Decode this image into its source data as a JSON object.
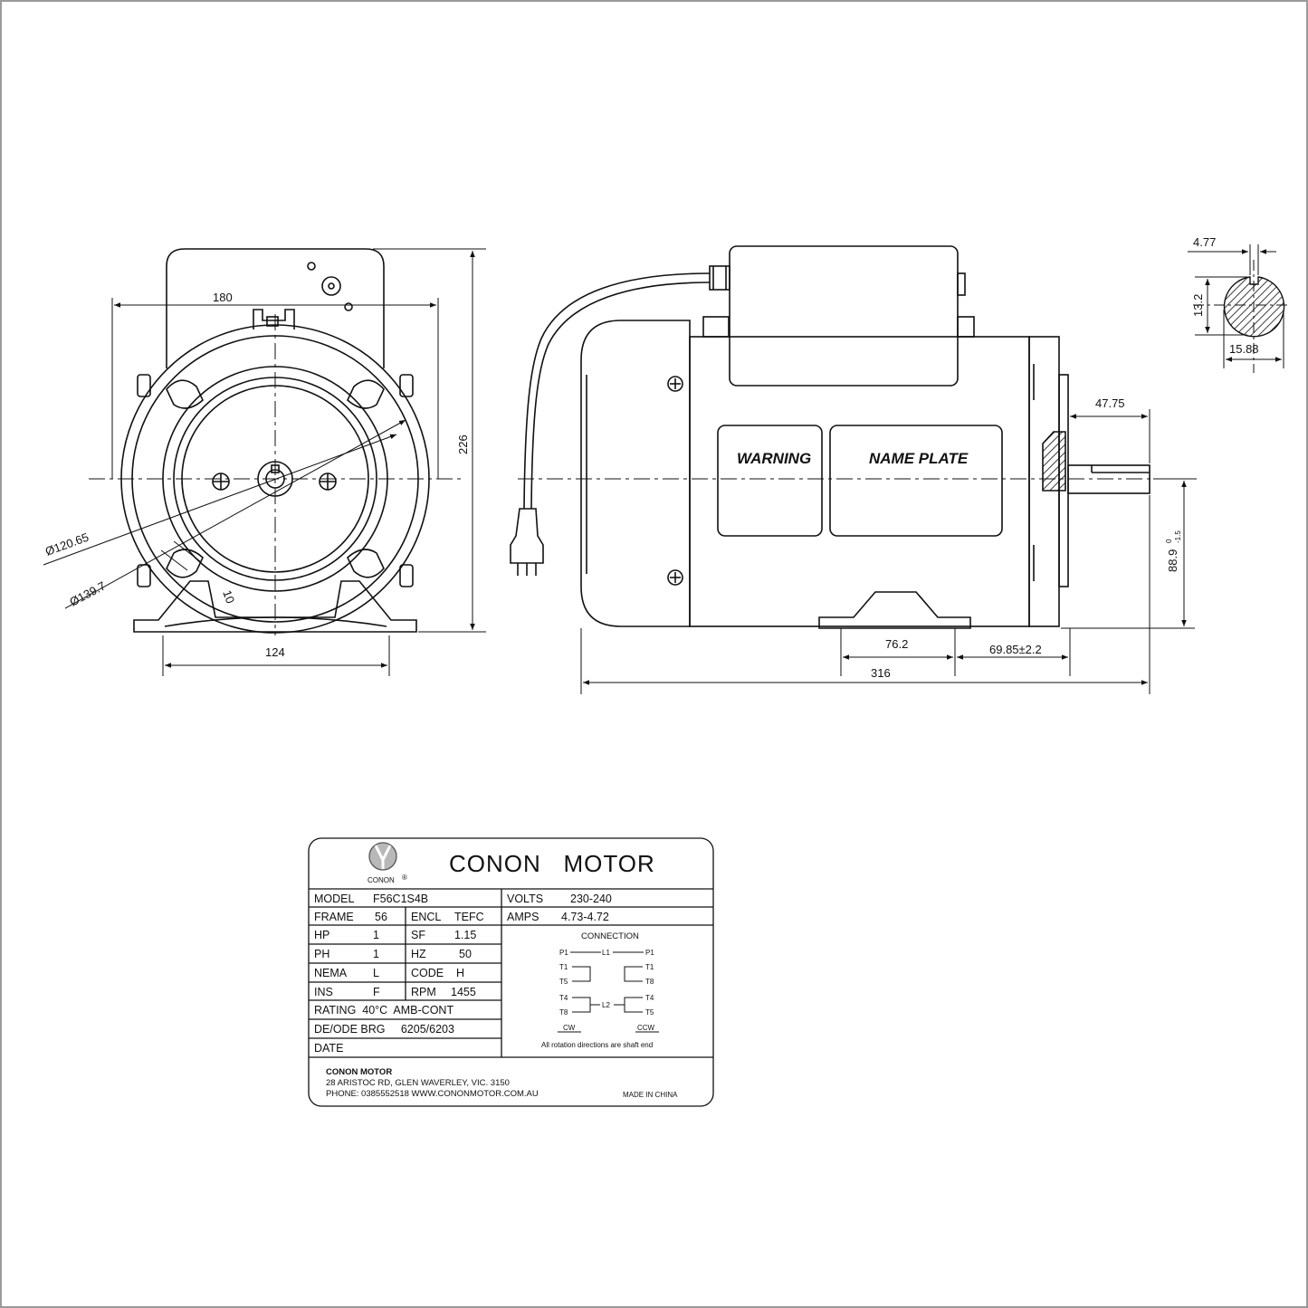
{
  "front_view": {
    "dim_width": "180",
    "dim_height": "226",
    "dim_dia_inner": "Ø120.65",
    "dim_dia_outer": "Ø139.7",
    "dim_slot": "10",
    "dim_base": "124"
  },
  "side_view": {
    "warning_label": "WARNING",
    "nameplate_label": "NAME PLATE",
    "dim_shaft_len": "47.75",
    "dim_shaft_height": "88.9",
    "dim_shaft_height_tol_upper": "0",
    "dim_shaft_height_tol_lower": "-1.5",
    "dim_foot_spacing": "76.2",
    "dim_foot_to_shaft": "69.85±2.2",
    "dim_overall": "316"
  },
  "shaft_section": {
    "dim_key_width": "4.77",
    "dim_flat": "13.2",
    "dim_shaft_dia": "15.88"
  },
  "nameplate": {
    "brand_title": "CONON   MOTOR",
    "logo_text": "CONON",
    "registered_mark": "®",
    "rows": [
      {
        "l1": "MODEL",
        "v1": "F56C1S4B"
      },
      {
        "l1": "FRAME",
        "v1": "56",
        "l2": "ENCL",
        "v2": "TEFC"
      },
      {
        "l1": "HP",
        "v1": "1",
        "l2": "SF",
        "v2": "1.15"
      },
      {
        "l1": "PH",
        "v1": "1",
        "l2": "HZ",
        "v2": "50"
      },
      {
        "l1": "NEMA",
        "v1": "L",
        "l2": "CODE",
        "v2": "H"
      },
      {
        "l1": "INS",
        "v1": "F",
        "l2": "RPM",
        "v2": "1455"
      }
    ],
    "rating": "RATING  40°C  AMB-CONT",
    "bearing": "DE/ODE BRG     6205/6203",
    "date": "DATE",
    "volts_label": "VOLTS",
    "volts_value": "230-240",
    "amps_label": "AMPS",
    "amps_value": "4.73-4.72",
    "connection_title": "CONNECTION",
    "conn": {
      "p1": "P1",
      "l1": "L1",
      "t1": "T1",
      "t5": "T5",
      "t8": "T8",
      "t4": "T4",
      "l2": "L2",
      "cw": "CW",
      "ccw": "CCW"
    },
    "rotation_note": "All rotation directions are shaft end",
    "company": "CONON MOTOR",
    "address": "28 ARISTOC RD, GLEN WAVERLEY, VIC. 3150",
    "phone": "PHONE: 0385552518 WWW.CONONMOTOR.COM.AU",
    "made_in": "MADE IN CHINA"
  }
}
